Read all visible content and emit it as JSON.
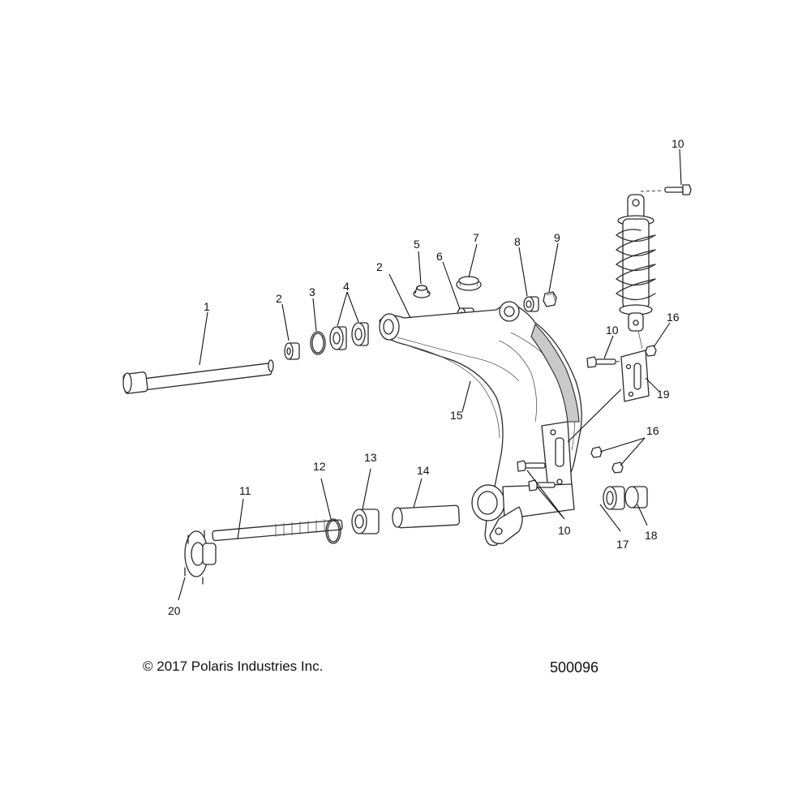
{
  "callouts": {
    "c1": "1",
    "c2a": "2",
    "c2b": "2",
    "c3": "3",
    "c4": "4",
    "c5": "5",
    "c6": "6",
    "c7": "7",
    "c8": "8",
    "c9": "9",
    "c10a": "10",
    "c10b": "10",
    "c10c": "10",
    "c11": "11",
    "c12": "12",
    "c13": "13",
    "c14": "14",
    "c15": "15",
    "c16a": "16",
    "c16b": "16",
    "c17": "17",
    "c18": "18",
    "c19": "19",
    "c20": "20"
  },
  "footer": {
    "copyright": "© 2017 Polaris Industries Inc.",
    "drawing_number": "500096"
  }
}
